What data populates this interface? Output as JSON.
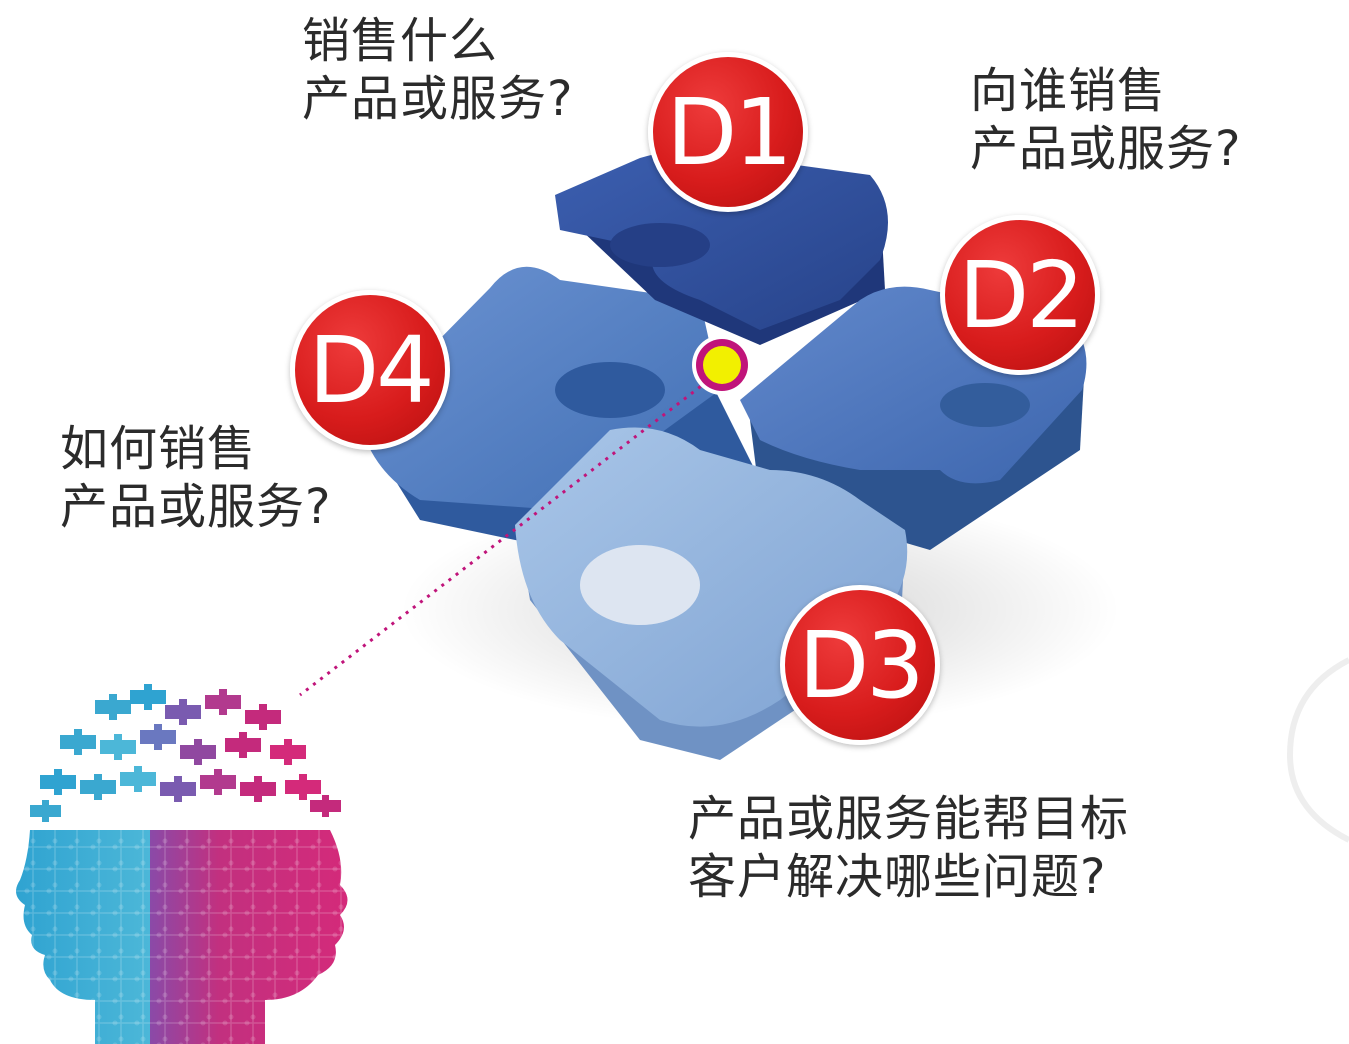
{
  "nodes": [
    {
      "id": "D1",
      "label": "D1",
      "question": [
        "销售什么",
        "产品或服务?"
      ]
    },
    {
      "id": "D2",
      "label": "D2",
      "question": [
        "向谁销售",
        "产品或服务?"
      ]
    },
    {
      "id": "D3",
      "label": "D3",
      "question": [
        "产品或服务能帮目标",
        "客户解决哪些问题?"
      ]
    },
    {
      "id": "D4",
      "label": "D4",
      "question": [
        "如何销售",
        "产品或服务?"
      ]
    }
  ],
  "colors": {
    "badge": "#d81c1c",
    "piece_d1": "#2e4f9e",
    "piece_d2": "#4e79c2",
    "piece_d3": "#8fb3de",
    "piece_d4": "#5884c6",
    "hub": "#f2f000",
    "hub_ring": "#c0147a",
    "connector": "#c0147a",
    "head_left": "#3aa8d0",
    "head_right": "#c42a7c"
  },
  "icons": [
    "puzzle-cluster",
    "puzzle-head-icon"
  ]
}
